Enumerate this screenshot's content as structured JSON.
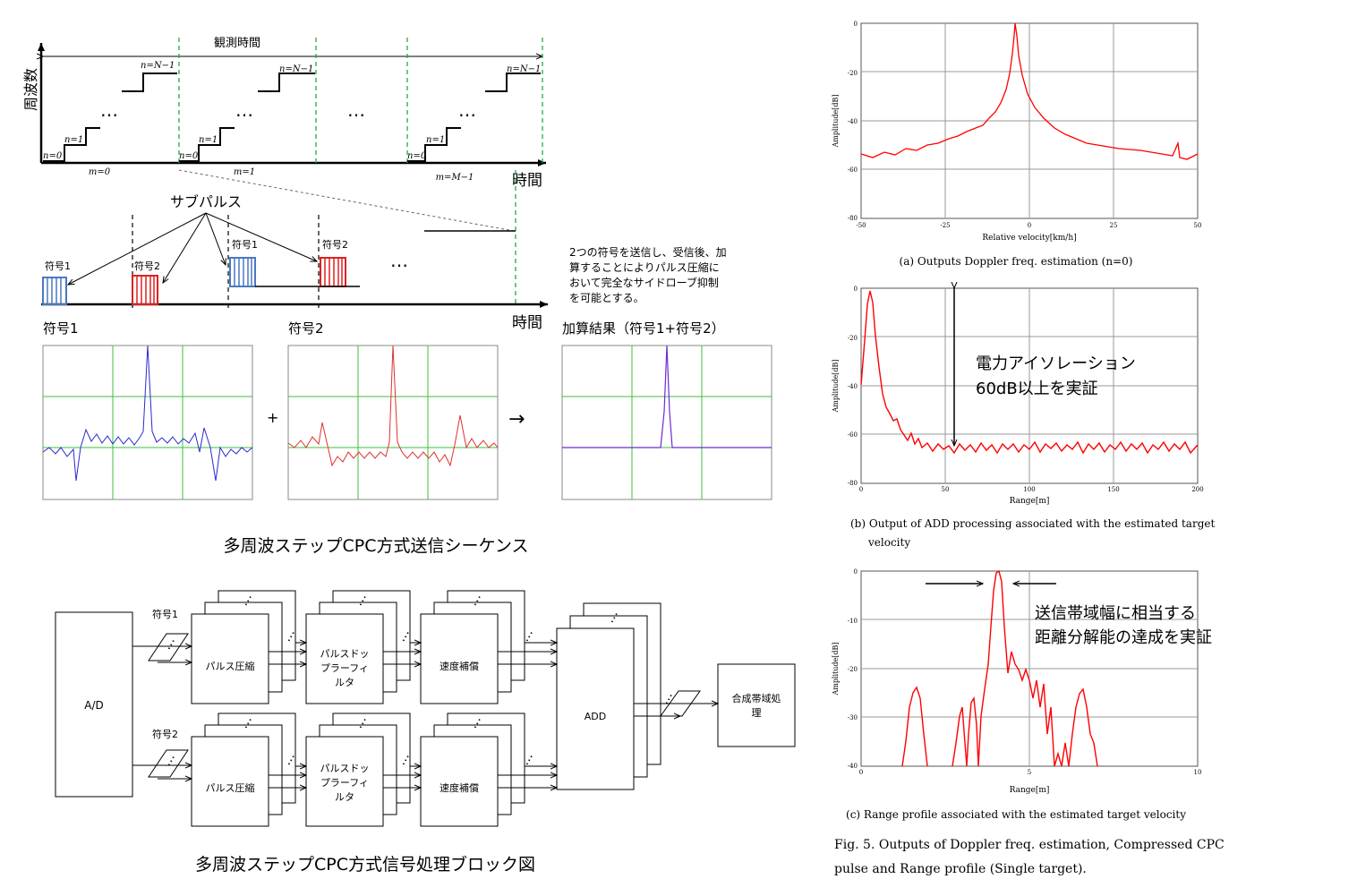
{
  "timing": {
    "ylabel": "周波数",
    "xlabel": "時間",
    "xlabel2": "時間",
    "observation": "観測時間",
    "step_first": "n=0",
    "step_second": "n=1",
    "step_last": "n=N−1",
    "ellipsis": "…",
    "m_labels": [
      "m=0",
      "m=1",
      "m=M−1"
    ]
  },
  "subpulse": {
    "label": "サブパルス",
    "code1": "符号1",
    "code2": "符号2",
    "note_lines": [
      "2つの符号を送信し、受信後、加",
      "算することによりパルス圧縮に",
      "おいて完全なサイドローブ抑制",
      "を可能とする。"
    ]
  },
  "compress": {
    "title1": "符号1",
    "title2": "符号2",
    "title3": "加算結果（符号1+符号2）",
    "plus": "+",
    "arrow": "→",
    "caption": "多周波ステップCPC方式送信シーケンス"
  },
  "block": {
    "ad": "A/D",
    "code1": "符号1",
    "code2": "符号2",
    "pulse_comp": "パルス圧縮",
    "doppler_lines": [
      "パルスドッ",
      "プラーフィ",
      "ルタ"
    ],
    "velocity": "速度補償",
    "add": "ADD",
    "synth_lines": [
      "合成帯域処",
      "理"
    ],
    "caption": "多周波ステップCPC方式信号処理ブロック図",
    "colors": {
      "line": "#000000"
    }
  },
  "charts": {
    "a": {
      "ylabel": "Amplitude[dB]",
      "xlabel": "Relative velocity[km/h]",
      "yticks": [
        "0",
        "-20",
        "-40",
        "-60",
        "-80"
      ],
      "xticks": [
        "-50",
        "-25",
        "0",
        "25",
        "50"
      ],
      "caption": "(a) Outputs Doppler freq. estimation (n=0)"
    },
    "b": {
      "ylabel": "Amplitude[dB]",
      "xlabel": "Range[m]",
      "yticks": [
        "0",
        "-20",
        "-40",
        "-60",
        "-80"
      ],
      "xticks": [
        "0",
        "50",
        "100",
        "150",
        "200"
      ],
      "caption1": "(b) Output of ADD processing associated with the estimated target",
      "caption2": "velocity",
      "note1": "電力アイソレーション",
      "note2": "60dB以上を実証"
    },
    "c": {
      "ylabel": "Amplitude[dB]",
      "xlabel": "Range[m]",
      "yticks": [
        "0",
        "-10",
        "-20",
        "-30",
        "-40"
      ],
      "xticks": [
        "0",
        "5",
        "10"
      ],
      "caption": "(c) Range profile associated with the estimated target velocity",
      "note1": "送信帯域幅に相当する",
      "note2": "距離分解能の達成を実証"
    },
    "fig_line1": "Fig. 5.    Outputs of Doppler freq. estimation, Compressed CPC",
    "fig_line2": "pulse and Range profile (Single target).",
    "colors": {
      "trace": "#ff0000",
      "grid": "#808080"
    }
  }
}
